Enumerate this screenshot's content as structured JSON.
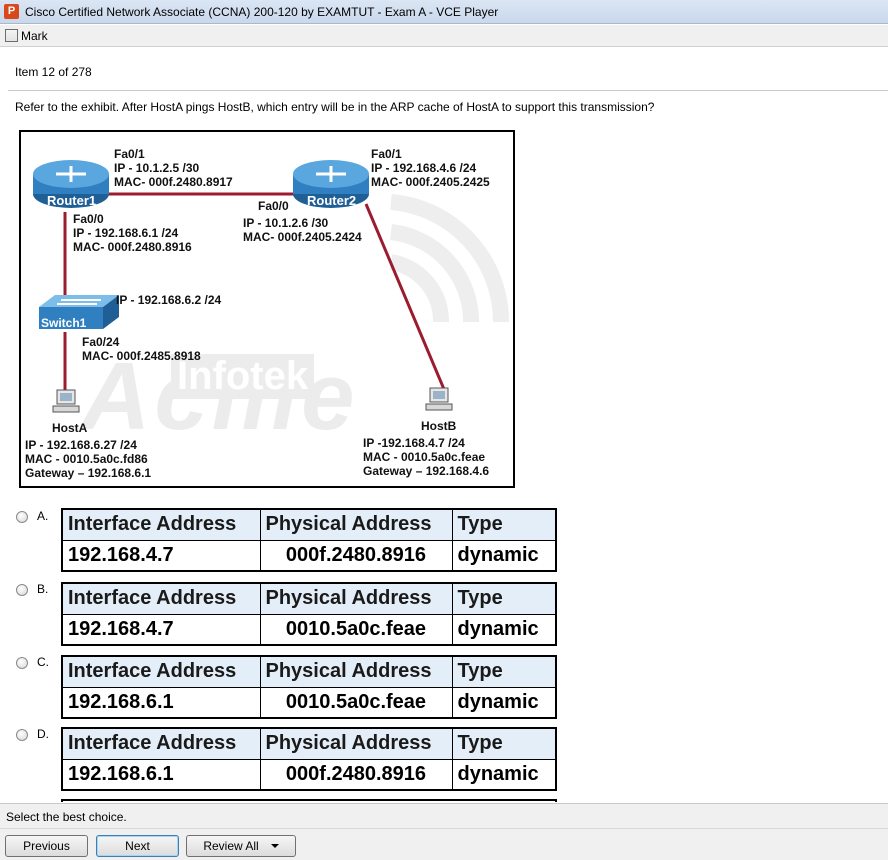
{
  "window": {
    "title": "Cisco Certified Network Associate (CCNA) 200-120 by EXAMTUT - Exam A - VCE Player",
    "icon_letter": "P"
  },
  "toolbar": {
    "mark_label": "Mark"
  },
  "item": {
    "counter": "Item 12 of 278"
  },
  "question": {
    "text": "Refer to the exhibit. After HostA pings HostB, which entry will be in the ARP cache of HostA to support this transmission?"
  },
  "exhibit": {
    "router1": {
      "name": "Router1",
      "fa01": "Fa0/1\nIP - 10.1.2.5 /30\nMAC- 000f.2480.8917",
      "fa00": "Fa0/0\nIP - 192.168.6.1 /24\nMAC- 000f.2480.8916"
    },
    "router2": {
      "name": "Router2",
      "fa01": "Fa0/1\nIP - 192.168.4.6 /24\nMAC- 000f.2405.2425",
      "fa00_port": "Fa0/0",
      "fa00": "IP - 10.1.2.6 /30\nMAC- 000f.2405.2424"
    },
    "switch1": {
      "name": "Switch1",
      "ip": "IP - 192.168.6.2 /24",
      "fa024": "Fa0/24\nMAC- 000f.2485.8918"
    },
    "hosta": {
      "name": "HostA",
      "details": "IP - 192.168.6.27 /24\nMAC - 0010.5a0c.fd86\nGateway – 192.168.6.1"
    },
    "hostb": {
      "name": "HostB",
      "details": "IP -192.168.4.7 /24\nMAC - 0010.5a0c.feae\nGateway – 192.168.4.6"
    },
    "watermark": {
      "line1": "Acme",
      "line2": "Infotek"
    },
    "colors": {
      "link": "#9b1c2e",
      "device_blue": "#2f7fc1"
    }
  },
  "options": [
    {
      "letter": "A.",
      "headers": [
        "Interface Address",
        "Physical Address",
        "Type"
      ],
      "row": [
        "192.168.4.7",
        "000f.2480.8916",
        "dynamic"
      ]
    },
    {
      "letter": "B.",
      "headers": [
        "Interface Address",
        "Physical Address",
        "Type"
      ],
      "row": [
        "192.168.4.7",
        "0010.5a0c.feae",
        "dynamic"
      ]
    },
    {
      "letter": "C.",
      "headers": [
        "Interface Address",
        "Physical Address",
        "Type"
      ],
      "row": [
        "192.168.6.1",
        "0010.5a0c.feae",
        "dynamic"
      ]
    },
    {
      "letter": "D.",
      "headers": [
        "Interface Address",
        "Physical Address",
        "Type"
      ],
      "row": [
        "192.168.6.1",
        "000f.2480.8916",
        "dynamic"
      ]
    }
  ],
  "footer": {
    "hint": "Select the best choice.",
    "previous_label": "Previous",
    "next_label": "Next",
    "review_label": "Review All"
  }
}
